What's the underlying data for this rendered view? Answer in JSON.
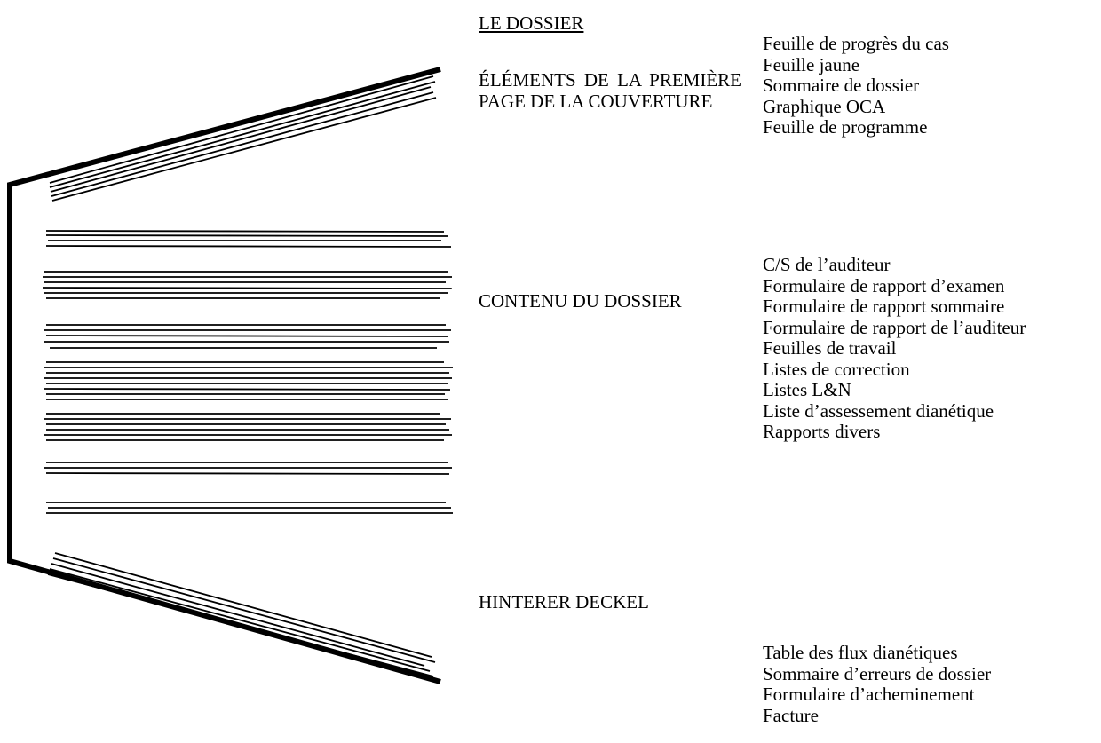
{
  "title": "LE DOSSIER",
  "sections": {
    "front_cover": {
      "label": "ÉLÉMENTS DE LA PREMIÈRE PAGE DE LA COUVERTURE",
      "items": [
        "Feuille de progrès du cas",
        "Feuille jaune",
        "Sommaire de dossier",
        "Graphique OCA",
        "Feuille de programme"
      ]
    },
    "contents": {
      "label": "CONTENU DU DOSSIER",
      "items": [
        "C/S de l’auditeur",
        "Formulaire de rapport d’examen",
        "Formulaire de rapport sommaire",
        "Formulaire de rapport de l’auditeur",
        "Feuilles de travail",
        "Listes de correction",
        "Listes L&N",
        "Liste d’assessement dianétique",
        "Rapports divers"
      ]
    },
    "back_cover": {
      "label": "HINTERER DECKEL",
      "items": [
        "Table des flux dianétiques",
        "Sommaire d’erreurs de dossier",
        "Formulaire d’acheminement",
        "Facture"
      ]
    }
  },
  "colors": {
    "ink": "#000000",
    "paper": "#ffffff"
  }
}
